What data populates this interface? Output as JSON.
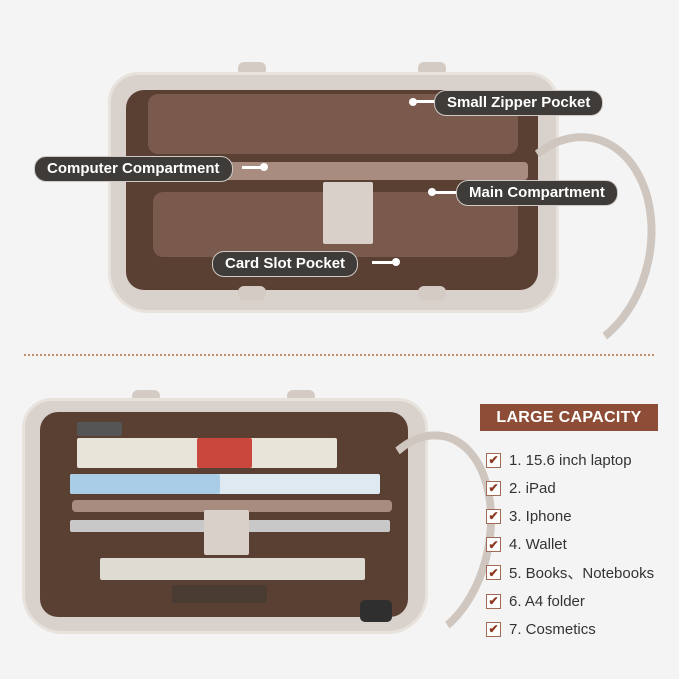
{
  "top_section": {
    "callouts": [
      {
        "id": "small-zipper-pocket",
        "label": "Small Zipper Pocket"
      },
      {
        "id": "computer-compartment",
        "label": "Computer Compartment"
      },
      {
        "id": "main-compartment",
        "label": "Main Compartment"
      },
      {
        "id": "card-slot-pocket",
        "label": "Card Slot Pocket"
      }
    ]
  },
  "bottom_section": {
    "capacity_title": "LARGE CAPACITY",
    "check_icon": "✔",
    "items": [
      "1. 15.6 inch laptop",
      "2. iPad",
      "3. Iphone",
      "4. Wallet",
      "5. Books、Notebooks",
      "6. A4 folder",
      "7. Cosmetics"
    ]
  },
  "colors": {
    "background": "#f4f4f4",
    "accent_brown": "#8d4d36",
    "label_bg": "#3e3b39",
    "bag_taupe": "#d9d2cc",
    "lining_brown": "#5a3f33",
    "separator": "#c4906a"
  }
}
